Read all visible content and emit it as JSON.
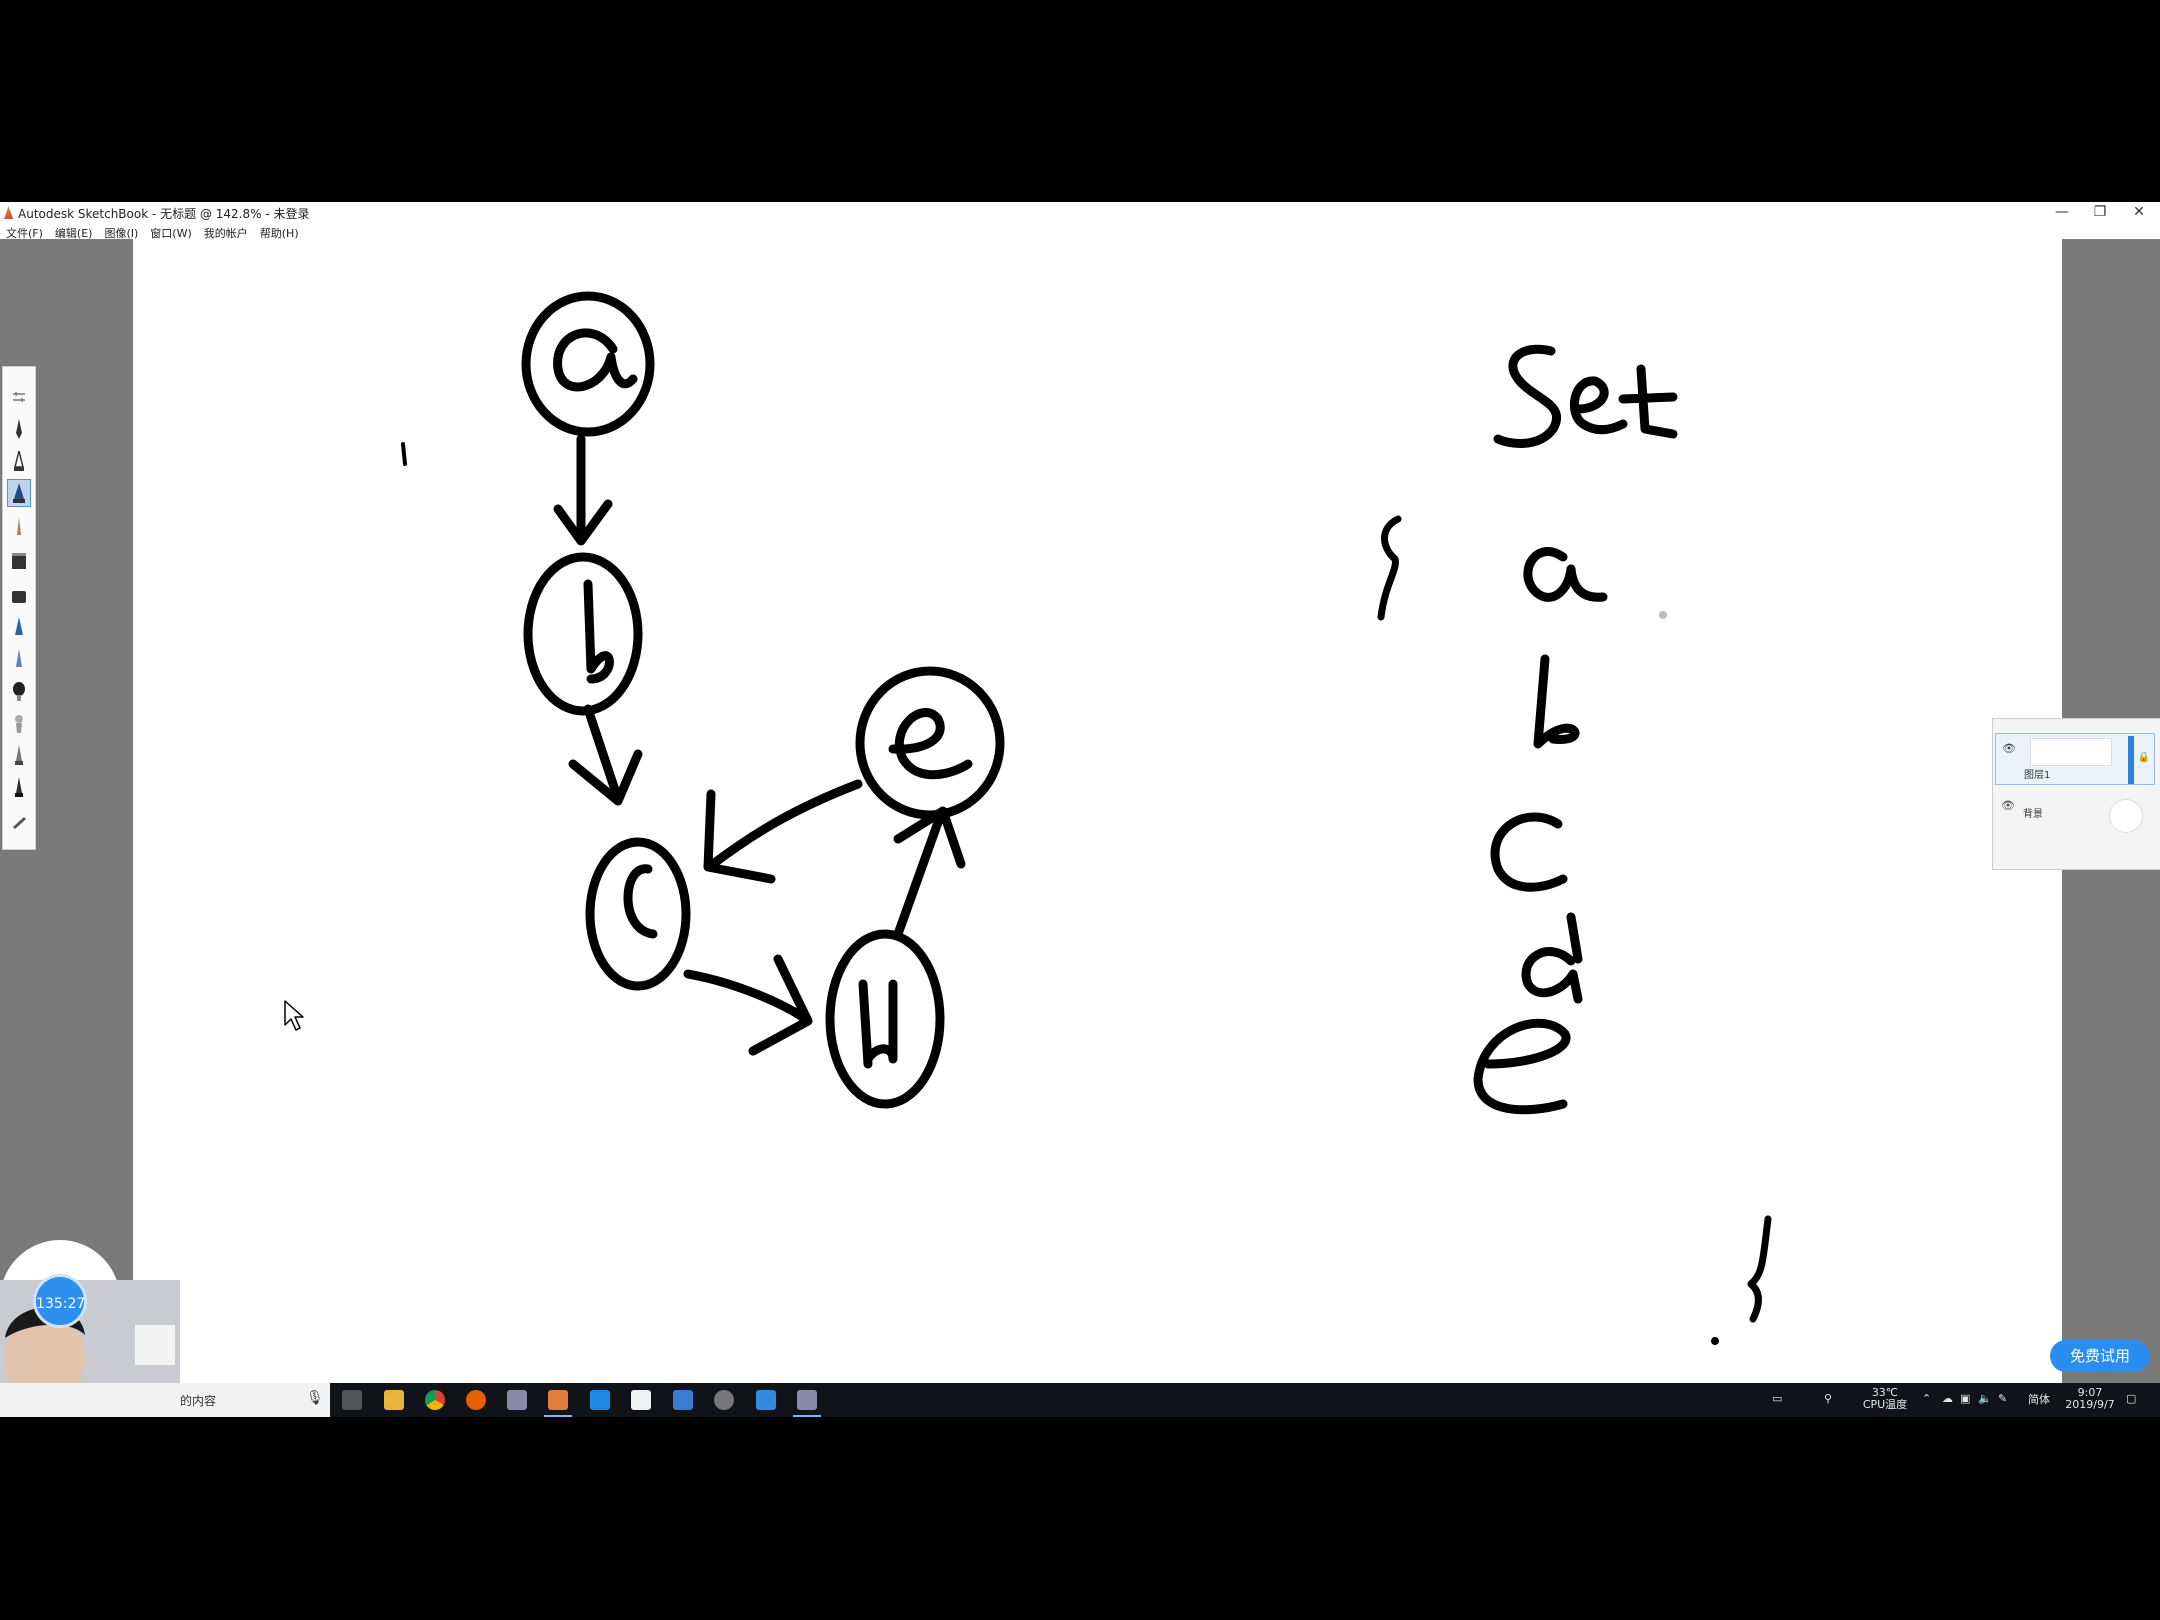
{
  "window": {
    "title": "Autodesk SketchBook - 无标题 @ 142.8% - 未登录",
    "minimize": "—",
    "restore": "❐",
    "close": "✕"
  },
  "menu": [
    "文件(F)",
    "编辑(E)",
    "图像(I)",
    "窗口(W)",
    "我的帐户",
    "帮助(H)"
  ],
  "tools": [
    "settings-icon",
    "pencil-icon",
    "inking-pen-icon",
    "ballpoint-pen-icon",
    "airbrush-icon",
    "flat-brush-icon",
    "marker-icon",
    "fountain-pen-icon",
    "chisel-icon",
    "round-brush-icon",
    "paint-bucket-icon",
    "smudge-icon",
    "eraser-icon",
    "hard-eraser-icon"
  ],
  "canvas": {
    "sketch_text": {
      "set_word": "Set",
      "set_items": [
        "a",
        "b",
        "c",
        "d",
        "e"
      ],
      "brace_open": "{",
      "brace_close": "}",
      "graph_nodes": [
        "a",
        "b",
        "c",
        "d",
        "e"
      ]
    }
  },
  "layers": {
    "layer1": "图层1",
    "background": "背景"
  },
  "trial_button": "免费试用",
  "taskbar": {
    "search_text": "的内容",
    "temperature": "33℃",
    "temperature_label": "CPU温度",
    "ime": "简体",
    "time": "9:07",
    "date": "2019/9/7"
  },
  "webcam": {
    "timer": "135:27"
  },
  "colors": {
    "canvas": "#ffffff",
    "workspace": "#7a7a7a",
    "accent": "#2a8ef0",
    "taskbar": "#101418"
  }
}
